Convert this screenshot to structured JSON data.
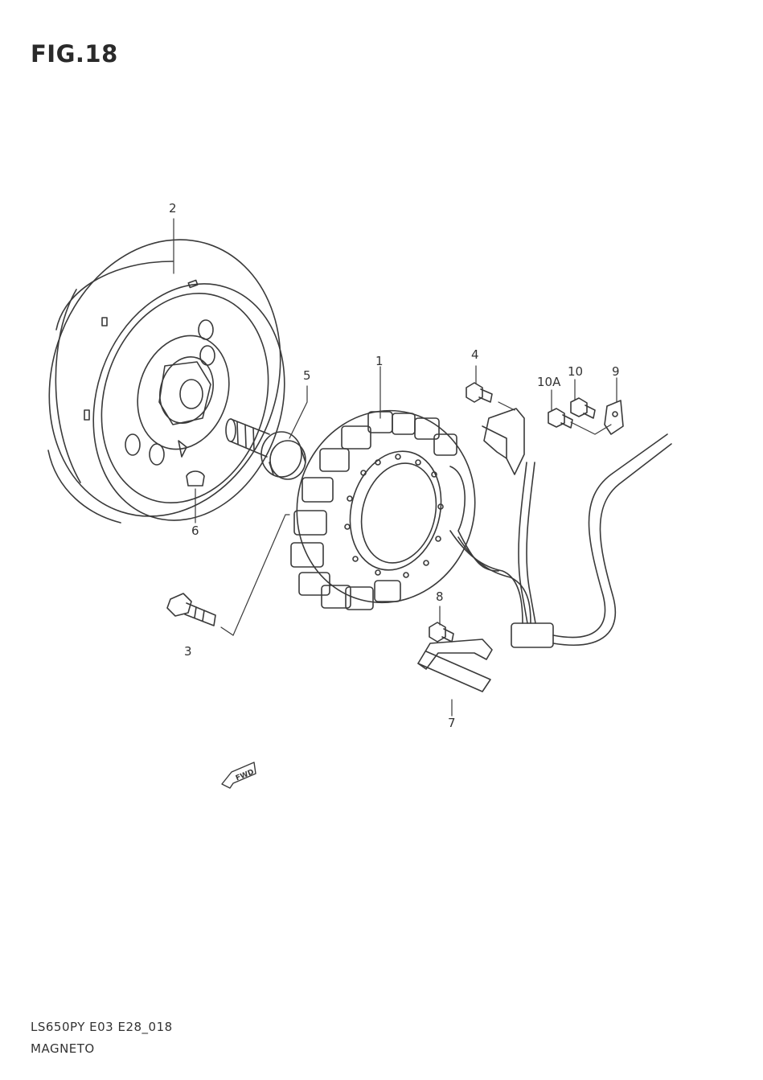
{
  "figure": {
    "title": "FIG.18"
  },
  "callouts": {
    "c1": "1",
    "c2": "2",
    "c3": "3",
    "c4": "4",
    "c5": "5",
    "c6": "6",
    "c7": "7",
    "c8": "8",
    "c9": "9",
    "c10": "10",
    "c10a": "10A"
  },
  "fwd_label": "FWD",
  "footer": {
    "model_code": "LS650PY E03 E28_018",
    "section_name": "MAGNETO"
  }
}
